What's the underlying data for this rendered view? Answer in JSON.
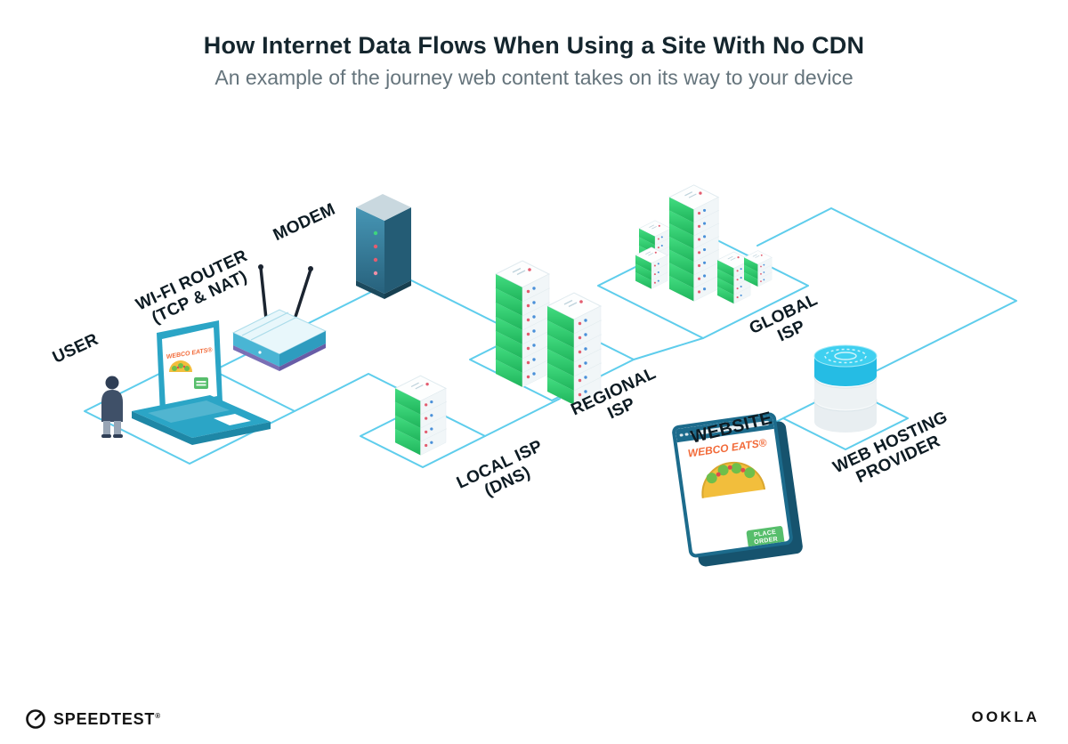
{
  "header": {
    "title": "How Internet Data Flows When Using a Site With No CDN",
    "subtitle": "An example of the journey web content takes on its way to your device"
  },
  "labels": {
    "user": {
      "l1": "USER"
    },
    "wifi_router": {
      "l1": "WI-FI ROUTER",
      "l2": "(TCP & NAT)"
    },
    "modem": {
      "l1": "MODEM"
    },
    "local_isp": {
      "l1": "LOCAL ISP",
      "l2": "(DNS)"
    },
    "regional_isp": {
      "l1": "REGIONAL",
      "l2": "ISP"
    },
    "global_isp": {
      "l1": "GLOBAL",
      "l2": "ISP"
    },
    "website": {
      "l1": "WEBSITE"
    },
    "web_hosting": {
      "l1": "WEB HOSTING",
      "l2": "PROVIDER"
    }
  },
  "website_window": {
    "brand": "WEBCO EATS®",
    "button_line1": "PLACE",
    "button_line2": "ORDER"
  },
  "laptop_screen": {
    "brand": "WEBCO EATS®"
  },
  "footer": {
    "speedtest": "SPEEDTEST",
    "speedtest_mark": "®",
    "ookla": "OOKLA"
  },
  "icons": {
    "speedtest_logo": "speedometer-gauge-icon",
    "browser_dots": "window-control-dots"
  },
  "colors": {
    "line_cyan": "#5ECDEC",
    "server_green": "#2FD06C",
    "brand_orange": "#F26B3A",
    "browser_teal": "#1C6B8C",
    "button_green": "#57BE6C"
  }
}
